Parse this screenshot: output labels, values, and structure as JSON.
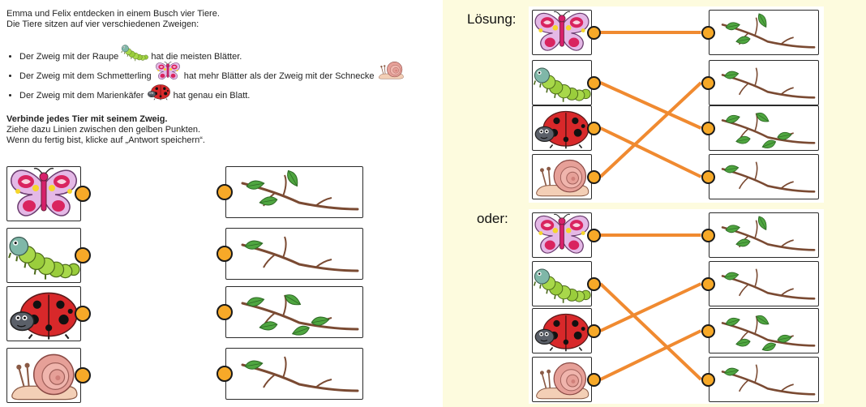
{
  "intro": {
    "line1": "Emma und Felix entdecken in einem Busch vier Tiere.",
    "line2": "Die Tiere sitzen auf vier verschiedenen Zweigen:"
  },
  "hints": [
    {
      "before": "Der Zweig mit der Raupe",
      "icon": "caterpillar-icon",
      "after": "hat die meisten Blätter."
    },
    {
      "before": "Der Zweig mit dem Schmetterling",
      "icon": "butterfly-icon",
      "after": "hat mehr Blätter als der Zweig mit der Schnecke",
      "icon2": "snail-icon"
    },
    {
      "before": "Der Zweig mit dem Marienkäfer",
      "icon": "ladybug-icon",
      "after": "hat genau ein Blatt."
    }
  ],
  "task": {
    "title": "Verbinde jedes Tier mit seinem Zweig.",
    "line2": "Ziehe dazu Linien zwischen den gelben Punkten.",
    "line3": "Wenn du fertig bist, klicke auf „Antwort speichern“."
  },
  "animals": [
    "butterfly",
    "caterpillar",
    "ladybug",
    "snail"
  ],
  "branches": [
    {
      "name": "branch-2-leaves",
      "leaves": 2
    },
    {
      "name": "branch-1-leaf",
      "leaves": 1
    },
    {
      "name": "branch-4-leaves",
      "leaves": 4
    },
    {
      "name": "branch-1-leaf-b",
      "leaves": 1
    }
  ],
  "solution": {
    "label1": "Lösung:",
    "label2": "oder:",
    "matches1": [
      [
        0,
        0
      ],
      [
        1,
        2
      ],
      [
        2,
        3
      ],
      [
        3,
        1
      ]
    ],
    "matches2": [
      [
        0,
        0
      ],
      [
        1,
        3
      ],
      [
        2,
        1
      ],
      [
        3,
        2
      ]
    ]
  },
  "colors": {
    "dot": "#f7a928",
    "line": "#f08a30",
    "solution_bg": "#fdfbde"
  }
}
